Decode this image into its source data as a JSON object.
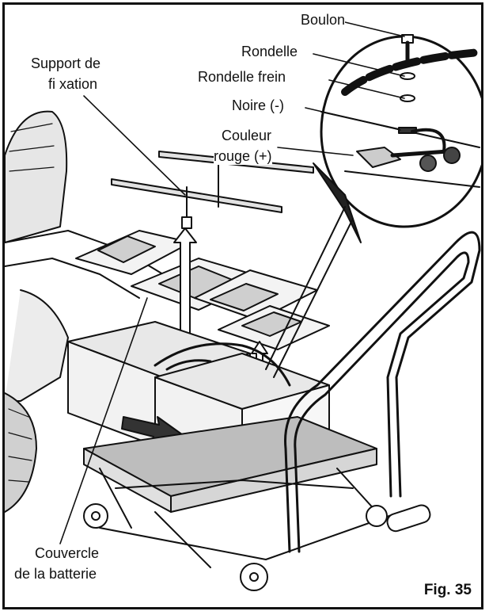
{
  "labels": {
    "boulon": "Boulon",
    "rondelle": "Rondelle",
    "rondelle_frein": "Rondelle frein",
    "noire": "Noire (-)",
    "couleur_l1": "Couleur",
    "couleur_l2": "rouge (+)",
    "support_l1": "Support de",
    "support_l2": "fi xation",
    "couvercle_l1": "Couvercle",
    "couvercle_l2": "de la batterie"
  },
  "figure_number": "Fig. 35"
}
